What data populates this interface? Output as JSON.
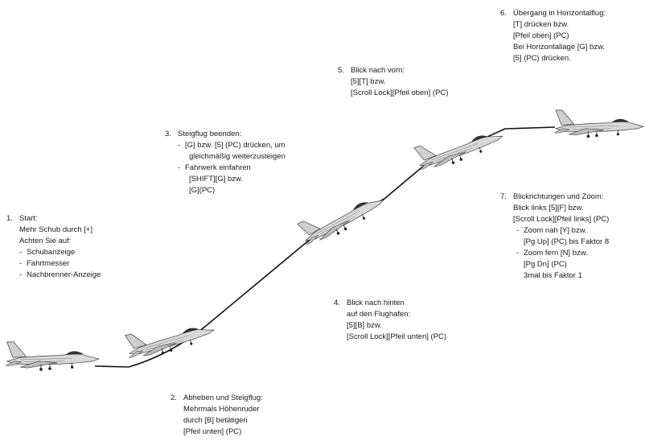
{
  "steps": [
    {
      "num": "1.",
      "lines": [
        "Start:",
        "Mehr Schub durch [+]",
        "Achten Sie auf:"
      ],
      "bullets": [
        "Schubanzeige",
        "Fahrtmesser",
        "Nachbrenner-Anzeige"
      ]
    },
    {
      "num": "2.",
      "lines": [
        "Abheben und Steigflug:",
        "Mehrmals Höhenruder",
        "durch [B] betätigen",
        "[Pfeil unten] (PC)"
      ]
    },
    {
      "num": "3.",
      "lines": [
        "Steigflug beenden:"
      ],
      "b1": [
        "[G] bzw. [5] (PC) drücken, um",
        "gleichmäßig weiterzusteigen"
      ],
      "b2": [
        "Fahrwerk einfahren",
        "[SHIFT][G] bzw.",
        "[G](PC)"
      ]
    },
    {
      "num": "4.",
      "lines": [
        "Blick nach hinten",
        "auf den Flughafen:",
        "[5][B] bzw.",
        "[Scroll Lock][Pfeil unten] (PC)"
      ]
    },
    {
      "num": "5.",
      "lines": [
        "Blick nach vorn:",
        "[5][T] bzw.",
        "[Scroll Lock][Pfeil oben] (PC)"
      ]
    },
    {
      "num": "6.",
      "lines": [
        "Übergang in Horizontalflug:",
        "[T] drücken bzw.",
        "[Pfeil oben] (PC)",
        "Bei Horizontallage [G] bzw.",
        "[5] (PC) drücken."
      ]
    },
    {
      "num": "7.",
      "lines": [
        "Blickrichtungen und Zoom:",
        "Blick links [5][F] bzw.",
        "[Scroll Lock][Pfeil links] (PC)"
      ],
      "b1": [
        "Zoom nah [Y] bzw.",
        "[Pg Up] (PC) bis Faktor 8"
      ],
      "b2": [
        "Zoom fern [N] bzw.",
        "[Pg Dn] (PC)",
        "3mal bis Faktor 1"
      ]
    }
  ],
  "colors": {
    "ink": "#1a1a1a",
    "line": "#111111",
    "jet": "#555555"
  }
}
